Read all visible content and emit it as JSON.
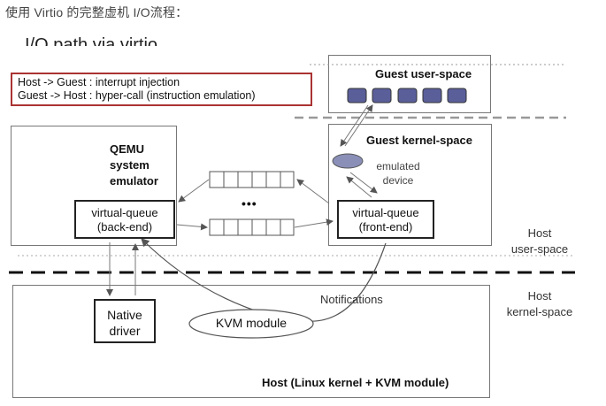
{
  "caption": "使用 Virtio 的完整虚机 I/O流程：",
  "slide_title": "I/O path via virtio",
  "legend": {
    "line1": "Host -> Guest : interrupt injection",
    "line2": "Guest -> Host : hyper-call (instruction emulation)"
  },
  "qemu": {
    "line1": "QEMU",
    "line2": "system",
    "line3": "emulator"
  },
  "backend": {
    "line1": "virtual-queue",
    "line2": "(back-end)"
  },
  "frontend": {
    "line1": "virtual-queue",
    "line2": "(front-end)"
  },
  "guest_user": "Guest user-space",
  "guest_kernel": "Guest kernel-space",
  "emulated": {
    "line1": "emulated",
    "line2": "device"
  },
  "ellipsis": "•••",
  "host_user": {
    "line1": "Host",
    "line2": "user-space"
  },
  "host_kernel": {
    "line1": "Host",
    "line2": "kernel-space"
  },
  "notifications": "Notifications",
  "native": {
    "line1": "Native",
    "line2": "driver"
  },
  "kvm": "KVM module",
  "host_box": "Host (Linux kernel + KVM module)",
  "colors": {
    "queue_fill": "#5a5f9a",
    "ellipse_fill": "#8a8fb8",
    "legend_border": "#aa3333"
  }
}
